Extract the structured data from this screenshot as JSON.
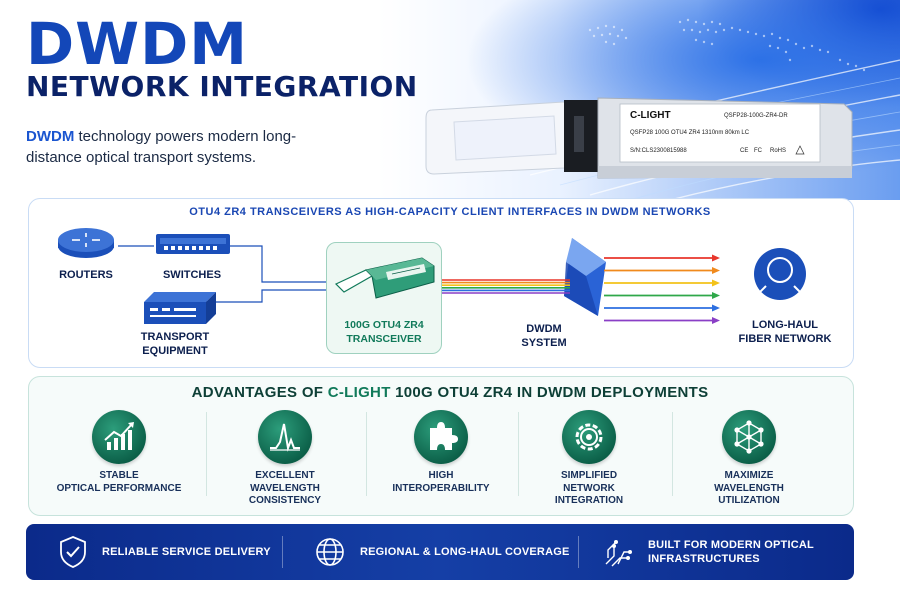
{
  "hero": {
    "title": "DWDM",
    "subtitle": "NETWORK INTEGRATION",
    "description_accent": "DWDM",
    "description_rest": " technology powers modern long-distance optical transport systems."
  },
  "module": {
    "brand": "C-LIGHT",
    "part_number": "QSFP28-100G-ZR4-DR",
    "spec": "QSFP28 100G OTU4 ZR4 1310nm 80km LC",
    "serial": "S/N:CLS2300815988",
    "marks": [
      "CE",
      "FC",
      "RoHS"
    ]
  },
  "diagram": {
    "heading": "OTU4 ZR4 TRANSCEIVERS AS HIGH-CAPACITY CLIENT INTERFACES IN DWDM NETWORKS",
    "routers": "ROUTERS",
    "switches": "SWITCHES",
    "transport_line1": "TRANSPORT",
    "transport_line2": "EQUIPMENT",
    "transceiver_line1": "100G OTU4 ZR4",
    "transceiver_line2": "TRANSCEIVER",
    "dwdm_line1": "DWDM",
    "dwdm_line2": "SYSTEM",
    "longhaul_line1": "LONG-HAUL",
    "longhaul_line2": "FIBER NETWORK",
    "wavelength_colors": [
      "#e8362c",
      "#f08a1d",
      "#f3c21a",
      "#2fa84a",
      "#2d6fe0",
      "#8a3fc6"
    ]
  },
  "advantages": {
    "heading_prefix": "ADVANTAGES OF ",
    "heading_brand": "C-LIGHT",
    "heading_suffix": " 100G OTU4 ZR4 IN DWDM DEPLOYMENTS",
    "items": [
      {
        "icon": "trending-chart-icon",
        "line1": "STABLE",
        "line2": "OPTICAL PERFORMANCE",
        "line3": ""
      },
      {
        "icon": "waveform-icon",
        "line1": "EXCELLENT",
        "line2": "WAVELENGTH",
        "line3": "CONSISTENCY"
      },
      {
        "icon": "puzzle-icon",
        "line1": "HIGH",
        "line2": "INTEROPERABILITY",
        "line3": ""
      },
      {
        "icon": "gear-network-icon",
        "line1": "SIMPLIFIED",
        "line2": "NETWORK",
        "line3": "INTEGRATION"
      },
      {
        "icon": "mesh-network-icon",
        "line1": "MAXIMIZE",
        "line2": "WAVELENGTH",
        "line3": "UTILIZATION"
      }
    ]
  },
  "footer": {
    "items": [
      {
        "icon": "shield-check-icon",
        "line1": "RELIABLE SERVICE DELIVERY",
        "line2": ""
      },
      {
        "icon": "globe-icon",
        "line1": "REGIONAL & LONG-HAUL COVERAGE",
        "line2": ""
      },
      {
        "icon": "circuit-icon",
        "line1": "BUILT FOR MODERN OPTICAL",
        "line2": "INFRASTRUCTURES"
      }
    ]
  },
  "colors": {
    "primary_blue": "#1347b8",
    "navy": "#0b2268",
    "green": "#117a5a",
    "footer_blue": "#0b2a8a"
  }
}
